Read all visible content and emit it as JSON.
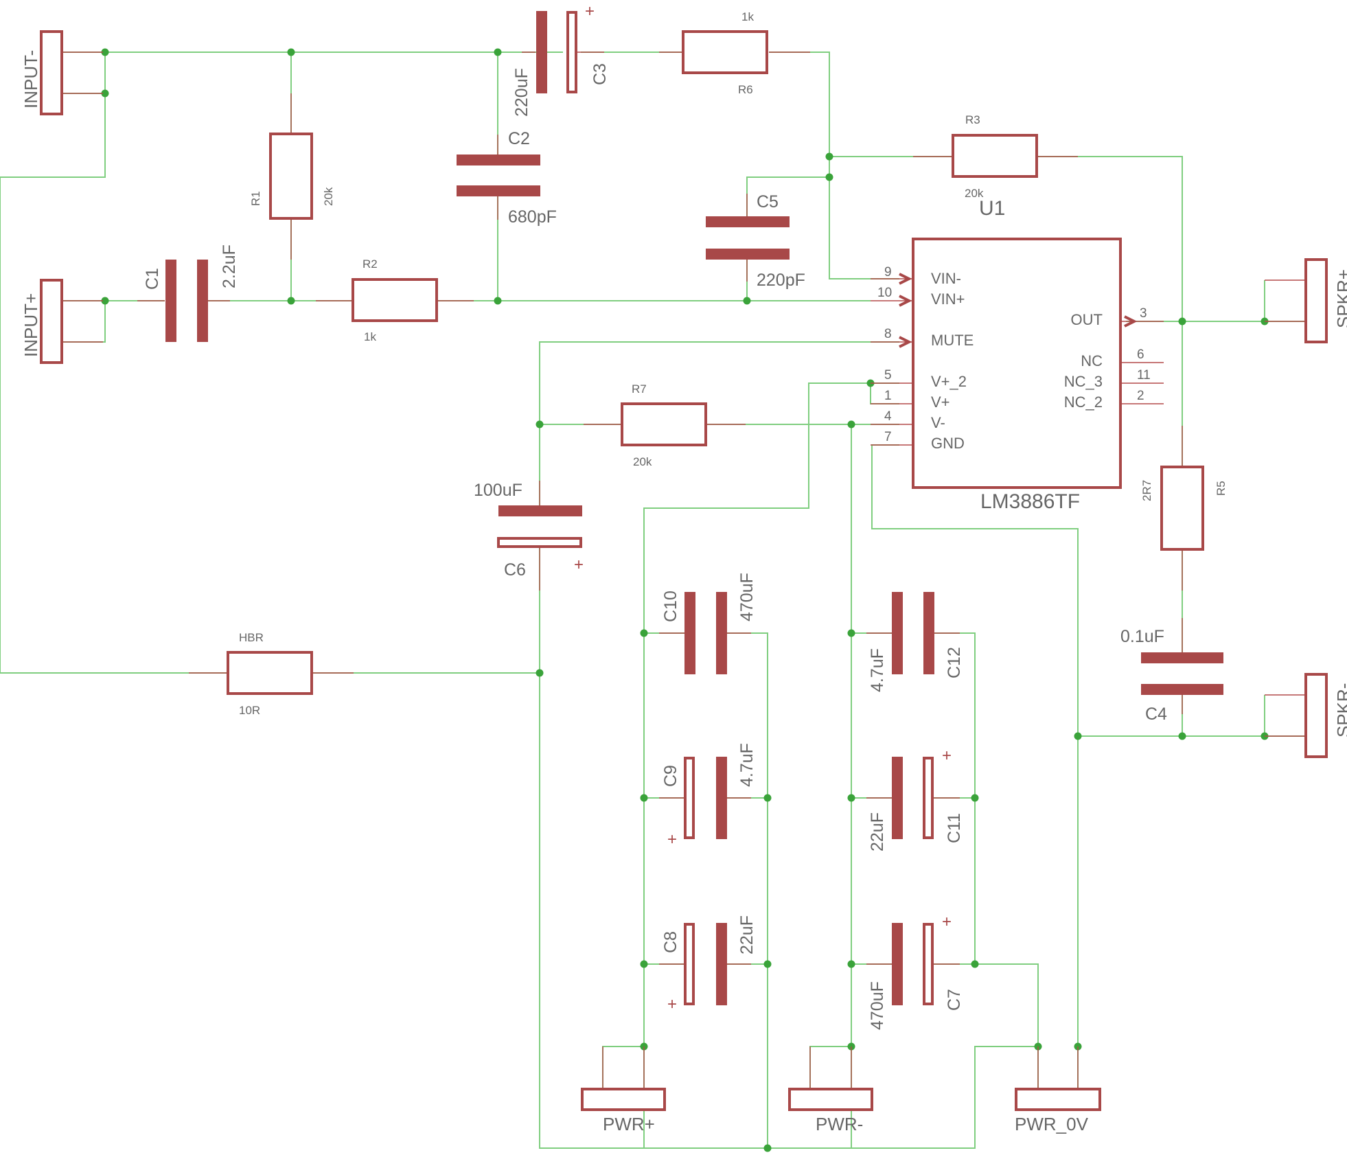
{
  "components": [
    {
      "ref": "R1",
      "value": "20k"
    },
    {
      "ref": "R2",
      "value": "1k"
    },
    {
      "ref": "R3",
      "value": "20k"
    },
    {
      "ref": "R5",
      "value": "2R7"
    },
    {
      "ref": "R6",
      "value": "1k"
    },
    {
      "ref": "R7",
      "value": "20k"
    },
    {
      "ref": "HBR",
      "value": "10R"
    },
    {
      "ref": "C1",
      "value": "2.2uF"
    },
    {
      "ref": "C2",
      "value": "680pF"
    },
    {
      "ref": "C3",
      "value": "220uF"
    },
    {
      "ref": "C4",
      "value": "0.1uF"
    },
    {
      "ref": "C5",
      "value": "220pF"
    },
    {
      "ref": "C6",
      "value": "100uF"
    },
    {
      "ref": "C7",
      "value": "470uF"
    },
    {
      "ref": "C8",
      "value": "22uF"
    },
    {
      "ref": "C9",
      "value": "4.7uF"
    },
    {
      "ref": "C10",
      "value": "470uF"
    },
    {
      "ref": "C11",
      "value": "22uF"
    },
    {
      "ref": "C12",
      "value": "4.7uF"
    }
  ],
  "ic": {
    "ref": "U1",
    "part": "LM3886TF",
    "pins": [
      {
        "num": "9",
        "name": "VIN-"
      },
      {
        "num": "10",
        "name": "VIN+"
      },
      {
        "num": "8",
        "name": "MUTE"
      },
      {
        "num": "5",
        "name": "V+_2"
      },
      {
        "num": "1",
        "name": "V+"
      },
      {
        "num": "4",
        "name": "V-"
      },
      {
        "num": "7",
        "name": "GND"
      },
      {
        "num": "3",
        "name": "OUT"
      },
      {
        "num": "6",
        "name": "NC"
      },
      {
        "num": "11",
        "name": "NC_3"
      },
      {
        "num": "2",
        "name": "NC_2"
      }
    ]
  },
  "connectors": {
    "input_minus": "INPUT-",
    "input_plus": "INPUT+",
    "spkr_plus": "SPKR+",
    "spkr_minus": "SPKR-",
    "pwr_plus": "PWR+",
    "pwr_minus": "PWR-",
    "pwr_0v": "PWR_0V"
  },
  "polarity_mark": "+",
  "colors": {
    "wire": "#7fce7f",
    "component": "#a84848",
    "junction": "#3aa33a",
    "text": "#666666"
  }
}
